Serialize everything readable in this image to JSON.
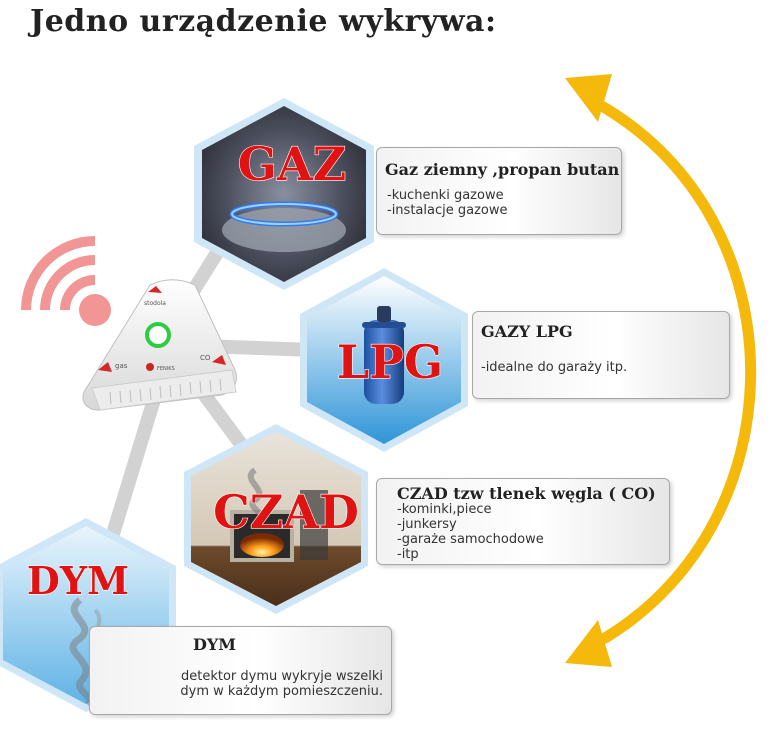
{
  "title": "Jedno urządzenie wykrywa:",
  "device": {
    "label_top": "stodola",
    "label_left": "gas",
    "label_right": "CO",
    "brand": "FENIKS"
  },
  "items": [
    {
      "label": "GAZ",
      "heading": "Gaz ziemny ,propan butan",
      "body": "-kuchenki gazowe\n-instalacje gazowe"
    },
    {
      "label": "LPG",
      "heading": "GAZY LPG",
      "body": "-idealne do garaży itp."
    },
    {
      "label": "CZAD",
      "heading": "CZAD tzw tlenek węgla ( CO)",
      "body": "-kominki,piece\n-junkersy\n-garaże samochodowe\n-itp"
    },
    {
      "label": "DYM",
      "heading": "DYM",
      "body": "detektor dymu wykryje wszelki\ndym w każdym pomieszczeniu."
    }
  ],
  "colors": {
    "arrow": "#f4b90a",
    "label_red": "#e01212",
    "hex_frame": "#cfe6f7",
    "signal": "#f08a8a",
    "led": "#2ecc40"
  }
}
